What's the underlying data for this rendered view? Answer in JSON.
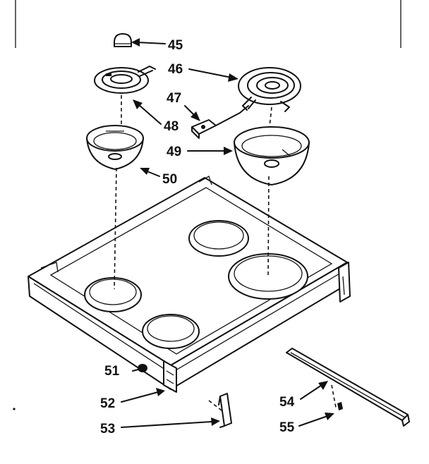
{
  "diagram": {
    "parts": [
      {
        "number": "45",
        "part": "knob"
      },
      {
        "number": "46",
        "part": "large-burner-element"
      },
      {
        "number": "47",
        "part": "terminal-block"
      },
      {
        "number": "48",
        "part": "small-burner-element"
      },
      {
        "number": "49",
        "part": "large-drip-bowl"
      },
      {
        "number": "50",
        "part": "small-drip-bowl"
      },
      {
        "number": "51",
        "part": "screw"
      },
      {
        "number": "52",
        "part": "cooktop-main-top"
      },
      {
        "number": "53",
        "part": "hinge-clip"
      },
      {
        "number": "54",
        "part": "trim-strip"
      },
      {
        "number": "55",
        "part": "clip"
      }
    ]
  }
}
